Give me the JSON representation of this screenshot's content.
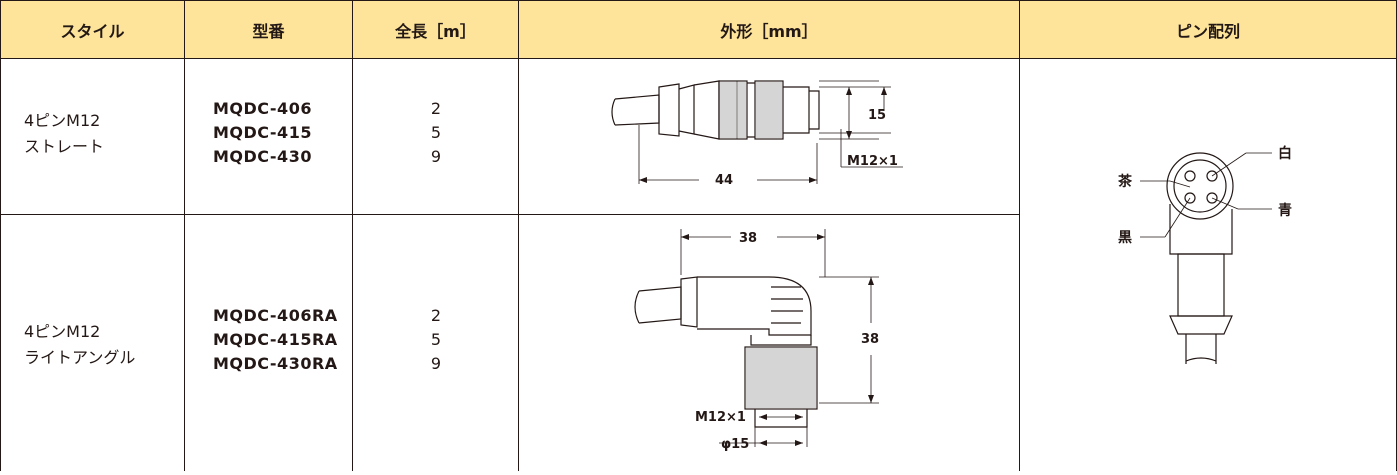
{
  "header": {
    "style": "スタイル",
    "model": "型番",
    "length": "全長［m］",
    "outline": "外形［mm］",
    "pinout": "ピン配列"
  },
  "rows": [
    {
      "style_line1": "4ピンM12",
      "style_line2": "ストレート",
      "models": [
        "MQDC-406",
        "MQDC-415",
        "MQDC-430"
      ],
      "lengths": [
        "2",
        "5",
        "9"
      ],
      "dims": {
        "height": "15",
        "length": "44",
        "thread": "M12×1"
      }
    },
    {
      "style_line1": "4ピンM12",
      "style_line2": "ライトアングル",
      "models": [
        "MQDC-406RA",
        "MQDC-415RA",
        "MQDC-430RA"
      ],
      "lengths": [
        "2",
        "5",
        "9"
      ],
      "dims": {
        "width": "38",
        "height": "38",
        "thread": "M12×1",
        "diameter": "φ15"
      }
    }
  ],
  "pins": {
    "white": "白",
    "brown": "茶",
    "blue": "青",
    "black": "黒"
  },
  "colors": {
    "header_bg": "#fde49a",
    "line": "#231815"
  }
}
